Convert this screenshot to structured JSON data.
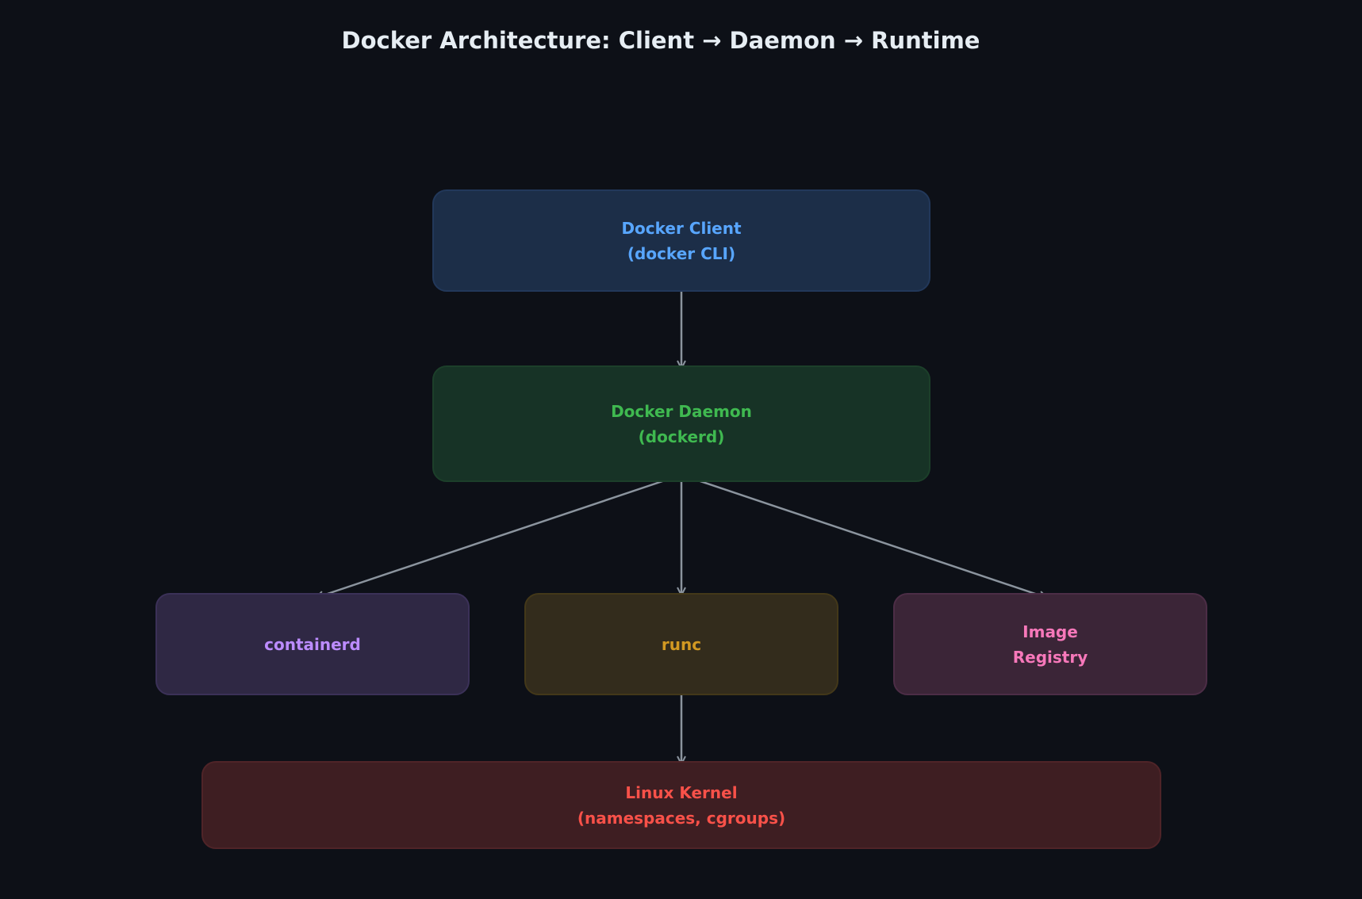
{
  "title": "Docker Architecture: Client → Daemon → Runtime",
  "colors": {
    "background": "#0d1017",
    "edge": "#8b949e"
  },
  "nodes": {
    "client": {
      "label": "Docker Client\n(docker CLI)",
      "color": "#58a6ff"
    },
    "daemon": {
      "label": "Docker Daemon\n(dockerd)",
      "color": "#3fb950"
    },
    "containerd": {
      "label": "containerd",
      "color": "#bc8cff"
    },
    "runc": {
      "label": "runc",
      "color": "#d29922"
    },
    "registry": {
      "label": "Image\nRegistry",
      "color": "#f778ba"
    },
    "kernel": {
      "label": "Linux Kernel\n(namespaces, cgroups)",
      "color": "#f85149"
    }
  },
  "edges": [
    {
      "from": "client",
      "to": "daemon"
    },
    {
      "from": "daemon",
      "to": "containerd"
    },
    {
      "from": "daemon",
      "to": "runc"
    },
    {
      "from": "daemon",
      "to": "registry"
    },
    {
      "from": "runc",
      "to": "kernel"
    }
  ]
}
